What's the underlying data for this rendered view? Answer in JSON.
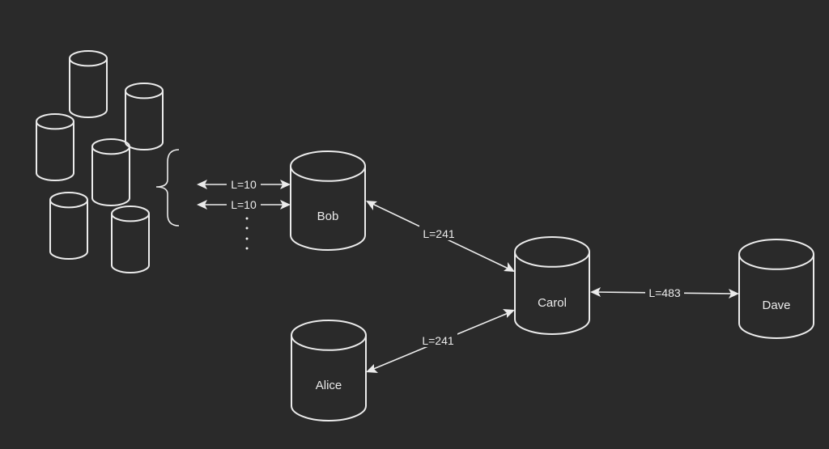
{
  "diagram": {
    "nodes": {
      "bob": "Bob",
      "carol": "Carol",
      "alice": "Alice",
      "dave": "Dave"
    },
    "edges": {
      "peer1": "L=10",
      "peer2": "L=10",
      "bob_carol": "L=241",
      "alice_carol": "L=241",
      "carol_dave": "L=483"
    },
    "colors": {
      "background": "#2a2a2a",
      "stroke": "#ebebeb"
    }
  }
}
